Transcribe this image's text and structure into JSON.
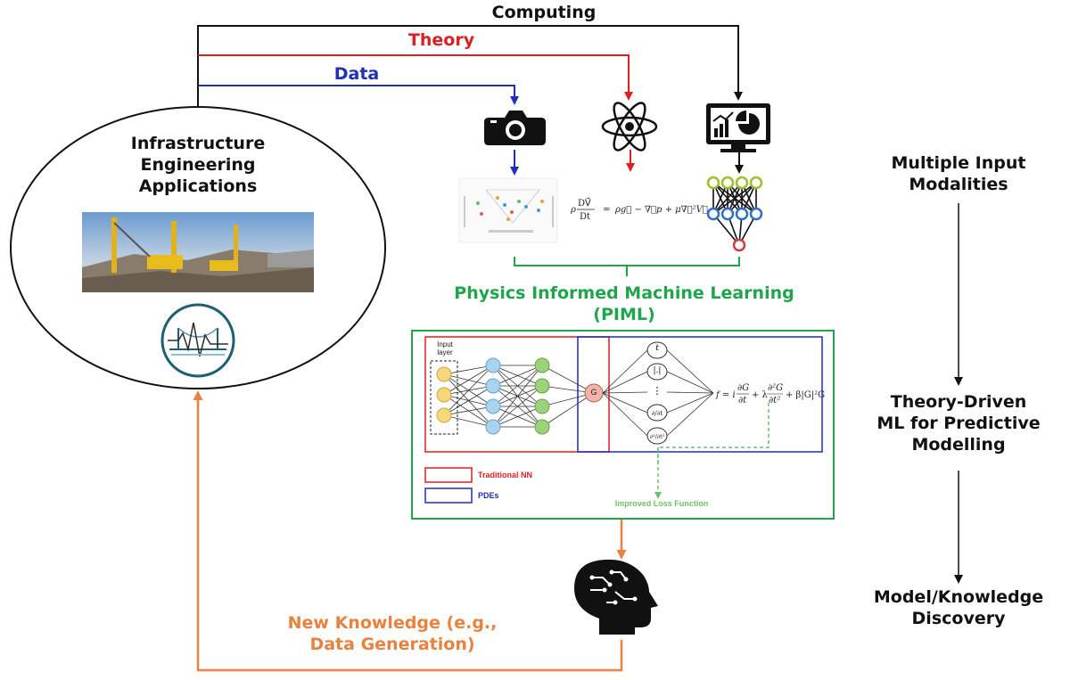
{
  "arrows": {
    "computing": "Computing",
    "theory": "Theory",
    "data": "Data"
  },
  "app_circle": {
    "title_line1": "Infrastructure",
    "title_line2": "Engineering",
    "title_line3": "Applications"
  },
  "piml": {
    "title_line1": "Physics Informed Machine Learning",
    "title_line2": "(PIML)",
    "input_layer": "Input layer",
    "g_node": "G",
    "legend_traditional": "Traditional NN",
    "legend_pdes": "PDEs",
    "loss_label": "Improved Loss Function",
    "nodes": [
      "t",
      "|.|",
      "⋮"
    ]
  },
  "feedback": {
    "line1": "New Knowledge (e.g.,",
    "line2": "Data Generation)"
  },
  "stages": {
    "stage1_line1": "Multiple Input",
    "stage1_line2": "Modalities",
    "stage2_line1": "Theory-Driven",
    "stage2_line2": "ML for Predictive",
    "stage2_line3": "Modelling",
    "stage3_line1": "Model/Knowledge",
    "stage3_line2": "Discovery"
  },
  "icons": [
    "camera-icon",
    "atom-icon",
    "analytics-monitor-icon",
    "brain-circuit-icon",
    "bridge-monitoring-icon"
  ],
  "colors": {
    "computing": "#111111",
    "theory": "#dd1f1f",
    "data": "#1f2fb8",
    "piml": "#1fa54a",
    "feedback": "#e8823f"
  }
}
